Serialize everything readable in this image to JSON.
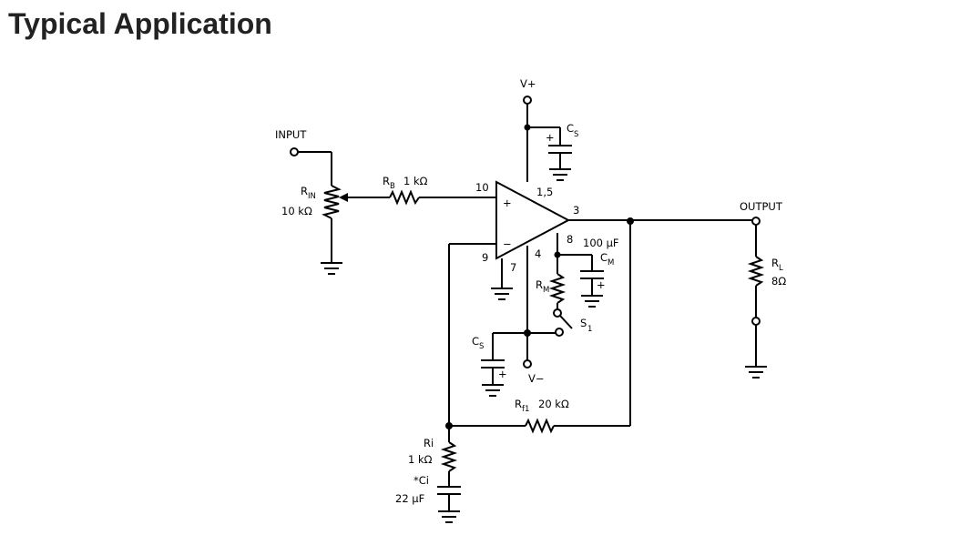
{
  "page": {
    "title": "Typical Application"
  },
  "labels": {
    "vplus": "V+",
    "vminus": "V−",
    "input": "INPUT",
    "output": "OUTPUT",
    "rin_main": "R",
    "rin_sub": "IN",
    "rin_value": "10 kΩ",
    "rb_main": "R",
    "rb_sub": "B",
    "rb_value": "1 kΩ",
    "cs_top_main": "C",
    "cs_top_sub": "S",
    "cs_bot_main": "C",
    "cs_bot_sub": "S",
    "cm_main": "C",
    "cm_sub": "M",
    "cm_value": "100 μF",
    "rm_main": "R",
    "rm_sub": "M",
    "s1_main": "S",
    "s1_sub": "1",
    "rl_main": "R",
    "rl_sub": "L",
    "rl_value": "8Ω",
    "rf1_main": "R",
    "rf1_sub": "f1",
    "rf1_value": "20 kΩ",
    "ri_label": "Ri",
    "ri_value": "1 kΩ",
    "ci_label": "*Ci",
    "ci_value": "22 μF",
    "plus": "+",
    "minus": "−"
  },
  "pins": {
    "noninv": "10",
    "inv": "9",
    "supply": "1,5",
    "out": "3",
    "p4": "4",
    "p7": "7",
    "p8": "8"
  }
}
